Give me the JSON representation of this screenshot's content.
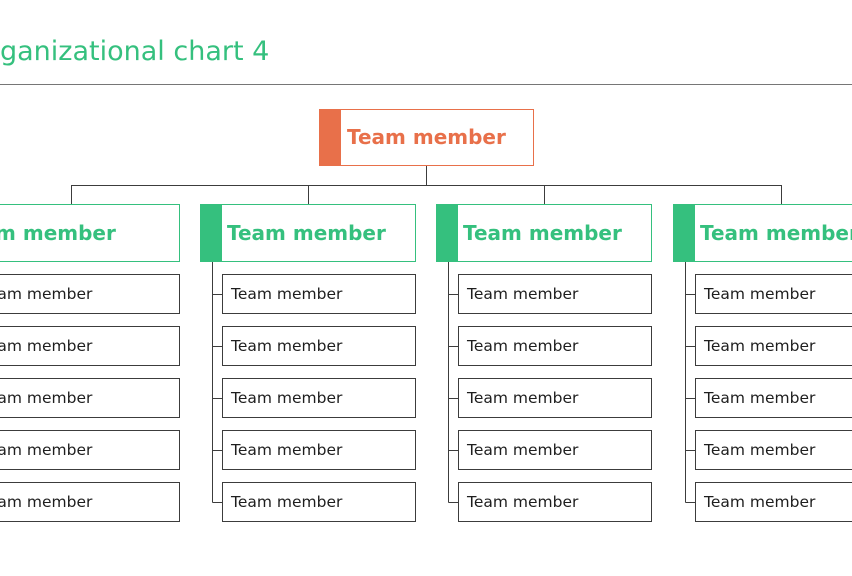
{
  "title": "ganizational chart 4",
  "colors": {
    "top_accent": "#e8704a",
    "manager_accent": "#35c07e",
    "title": "#35c07e",
    "member_border": "#3c3c3c"
  },
  "top": {
    "label": "Team member"
  },
  "columns": [
    {
      "manager": "Team member",
      "members": [
        "Team member",
        "Team member",
        "Team member",
        "Team member",
        "Team member"
      ]
    },
    {
      "manager": "Team member",
      "members": [
        "Team member",
        "Team member",
        "Team member",
        "Team member",
        "Team member"
      ]
    },
    {
      "manager": "Team member",
      "members": [
        "Team member",
        "Team member",
        "Team member",
        "Team member",
        "Team member"
      ]
    },
    {
      "manager": "Team member",
      "members": [
        "Team member",
        "Team member",
        "Team member",
        "Team member",
        "Team member"
      ]
    }
  ]
}
